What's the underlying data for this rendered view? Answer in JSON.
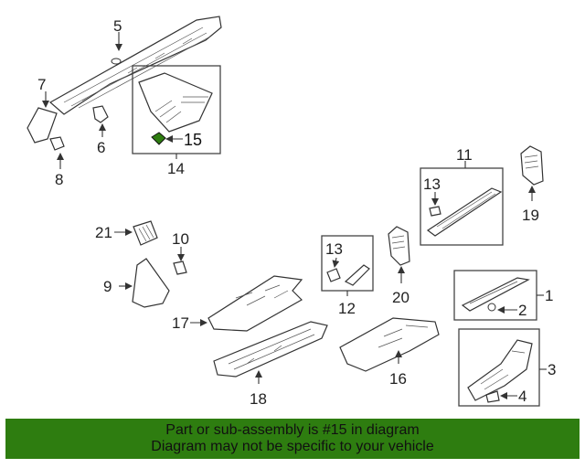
{
  "callouts": {
    "c1": "1",
    "c2": "2",
    "c3": "3",
    "c4": "4",
    "c5": "5",
    "c6": "6",
    "c7": "7",
    "c8": "8",
    "c9": "9",
    "c10": "10",
    "c11": "11",
    "c12": "12",
    "c13a": "13",
    "c13b": "13",
    "c14": "14",
    "c15": "15",
    "c16": "16",
    "c17": "17",
    "c18": "18",
    "c19": "19",
    "c20": "20",
    "c21": "21"
  },
  "highlight": {
    "part_number": "15",
    "color": "#2e7d10"
  },
  "footer": {
    "line1": "Part or sub-assembly is #15 in diagram",
    "line2": "Diagram may not be specific to your vehicle",
    "background": "#2e7d10"
  }
}
